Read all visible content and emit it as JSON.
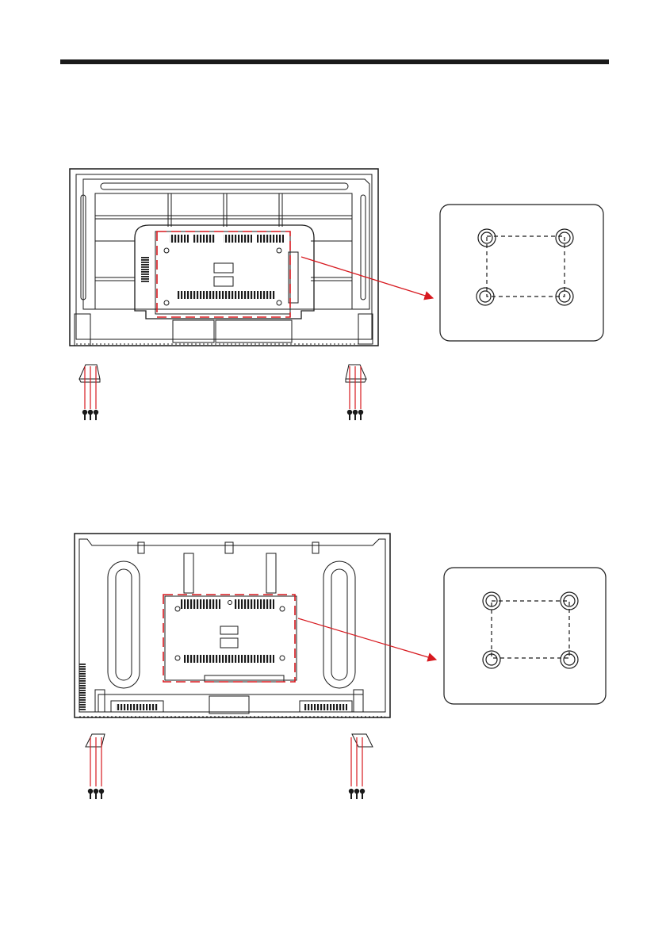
{
  "page": {
    "background": "#ffffff",
    "ink_color": "#1a1a1a",
    "accent_color": "#d7191f"
  },
  "figures": [
    {
      "id": "tv-back-a",
      "wall_mount_holes": 4,
      "stand_feet": 2,
      "screws_per_foot": 3
    },
    {
      "id": "tv-back-b",
      "wall_mount_holes": 4,
      "stand_feet": 2,
      "screws_per_foot": 3
    }
  ]
}
